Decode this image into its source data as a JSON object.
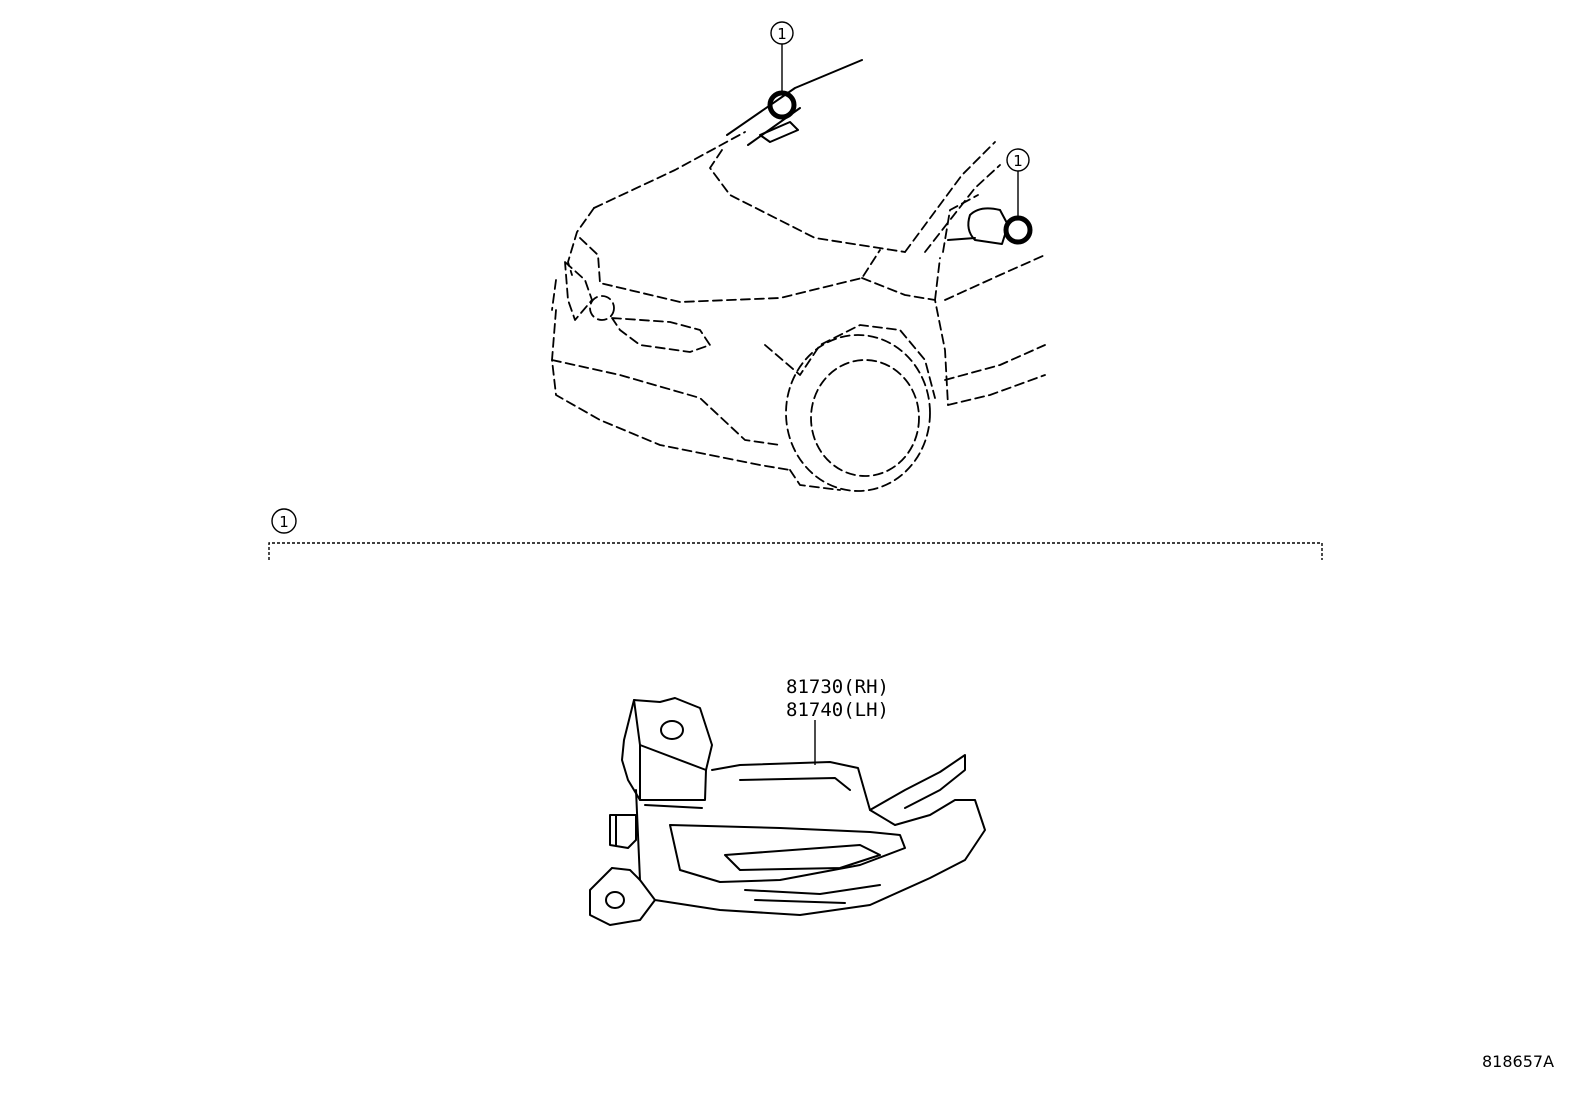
{
  "callouts": {
    "top": "1",
    "right": "1",
    "group": "1"
  },
  "part_numbers": {
    "rh": "81730(RH)",
    "lh": "81740(LH)"
  },
  "illustration_ref": "818657A"
}
